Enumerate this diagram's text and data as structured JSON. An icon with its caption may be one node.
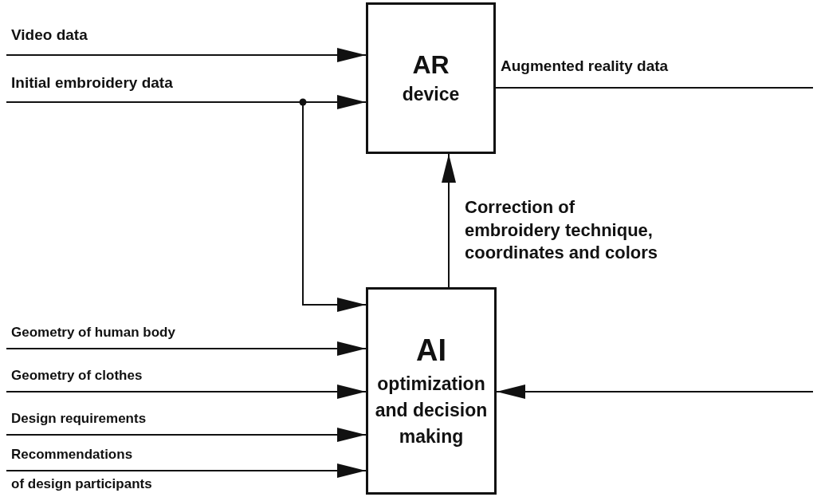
{
  "diagram": {
    "nodes": [
      {
        "text": [
          "AR",
          "device"
        ]
      },
      {
        "text": [
          "AI",
          "optimization and decision making"
        ]
      }
    ],
    "edges": [
      {
        "from": null,
        "to": 0,
        "arrow": "to",
        "label": "Video data"
      },
      {
        "from": null,
        "to": 0,
        "arrow": "to",
        "label": "Initial embroidery data"
      },
      {
        "from": null,
        "to": 1,
        "arrow": "to"
      },
      {
        "from": 0,
        "to": null,
        "arrow": "none",
        "label": "Augmented reality data"
      },
      {
        "from": 1,
        "to": 0,
        "arrow": "to",
        "label": "Correction of embroidery technique, coordinates and colors"
      },
      {
        "from": null,
        "to": 1,
        "arrow": "to",
        "label": "Geometry of human body"
      },
      {
        "from": null,
        "to": 1,
        "arrow": "to",
        "label": "Geometry of clothes"
      },
      {
        "from": null,
        "to": 1,
        "arrow": "to",
        "label": "Design requirements"
      },
      {
        "from": null,
        "to": 1,
        "arrow": "to",
        "label": "Recommendations"
      },
      {
        "from": null,
        "to": 1,
        "arrow": "to"
      }
    ],
    "labels": [
      "of design participants"
    ]
  }
}
